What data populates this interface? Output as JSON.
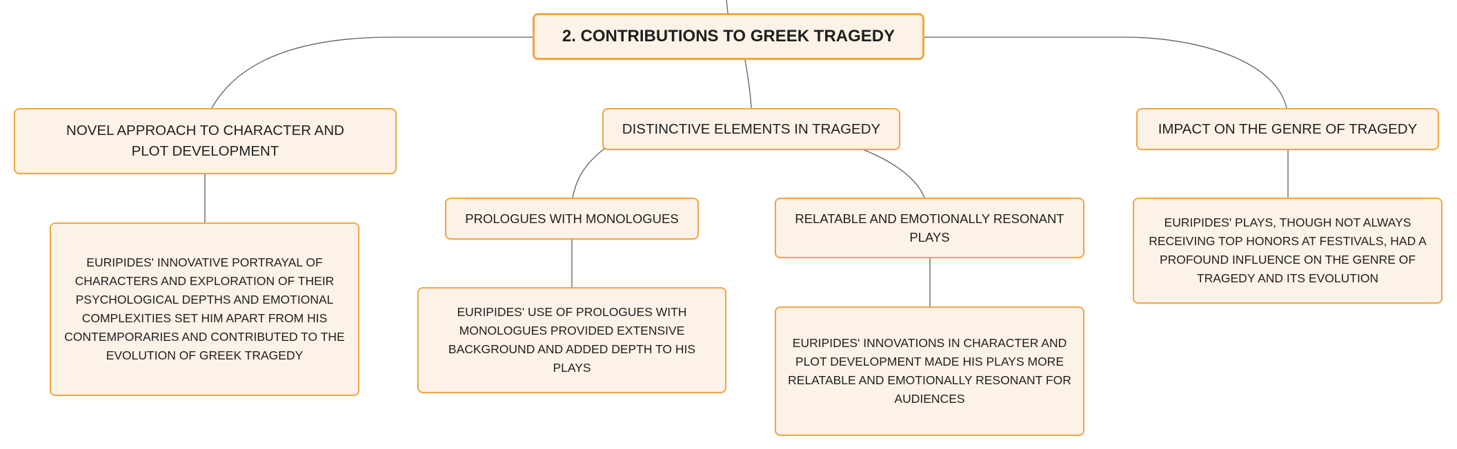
{
  "diagram": {
    "root": {
      "label": "2. CONTRIBUTIONS TO GREEK TRAGEDY"
    },
    "branches": {
      "novel": {
        "label": "NOVEL APPROACH TO CHARACTER AND PLOT DEVELOPMENT",
        "detail": "EURIPIDES' INNOVATIVE PORTRAYAL OF CHARACTERS AND EXPLORATION OF THEIR PSYCHOLOGICAL DEPTHS AND EMOTIONAL COMPLEXITIES SET HIM APART FROM HIS CONTEMPORARIES AND CONTRIBUTED TO THE EVOLUTION OF GREEK TRAGEDY"
      },
      "distinctive": {
        "label": "DISTINCTIVE ELEMENTS IN TRAGEDY",
        "children": {
          "prologues": {
            "label": "PROLOGUES WITH MONOLOGUES",
            "detail": "EURIPIDES' USE OF PROLOGUES WITH MONOLOGUES PROVIDED EXTENSIVE BACKGROUND AND ADDED DEPTH TO HIS PLAYS"
          },
          "relatable": {
            "label": "RELATABLE AND EMOTIONALLY RESONANT PLAYS",
            "detail": "EURIPIDES' INNOVATIONS IN CHARACTER AND PLOT DEVELOPMENT MADE HIS PLAYS MORE RELATABLE AND EMOTIONALLY RESONANT FOR AUDIENCES"
          }
        }
      },
      "impact": {
        "label": "IMPACT ON THE GENRE OF TRAGEDY",
        "detail": "EURIPIDES' PLAYS, THOUGH NOT ALWAYS RECEIVING TOP HONORS AT FESTIVALS, HAD A PROFOUND INFLUENCE ON THE GENRE OF TRAGEDY AND ITS EVOLUTION"
      }
    }
  },
  "colors": {
    "node_fill": "#fdf2e8",
    "node_border": "#f3a63f",
    "connector": "#5f5f5f",
    "text": "#1e1e1e"
  }
}
